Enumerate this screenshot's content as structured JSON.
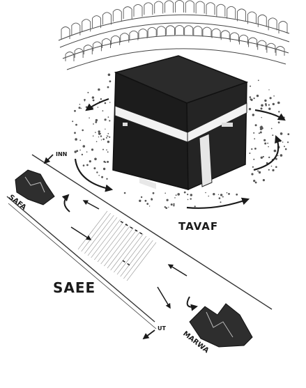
{
  "labels": {
    "tavaf": "TAVAF",
    "saee": "SAEE",
    "safa": "SAFA",
    "marwa": "MARWA",
    "in": "INN",
    "out": "UT"
  }
}
